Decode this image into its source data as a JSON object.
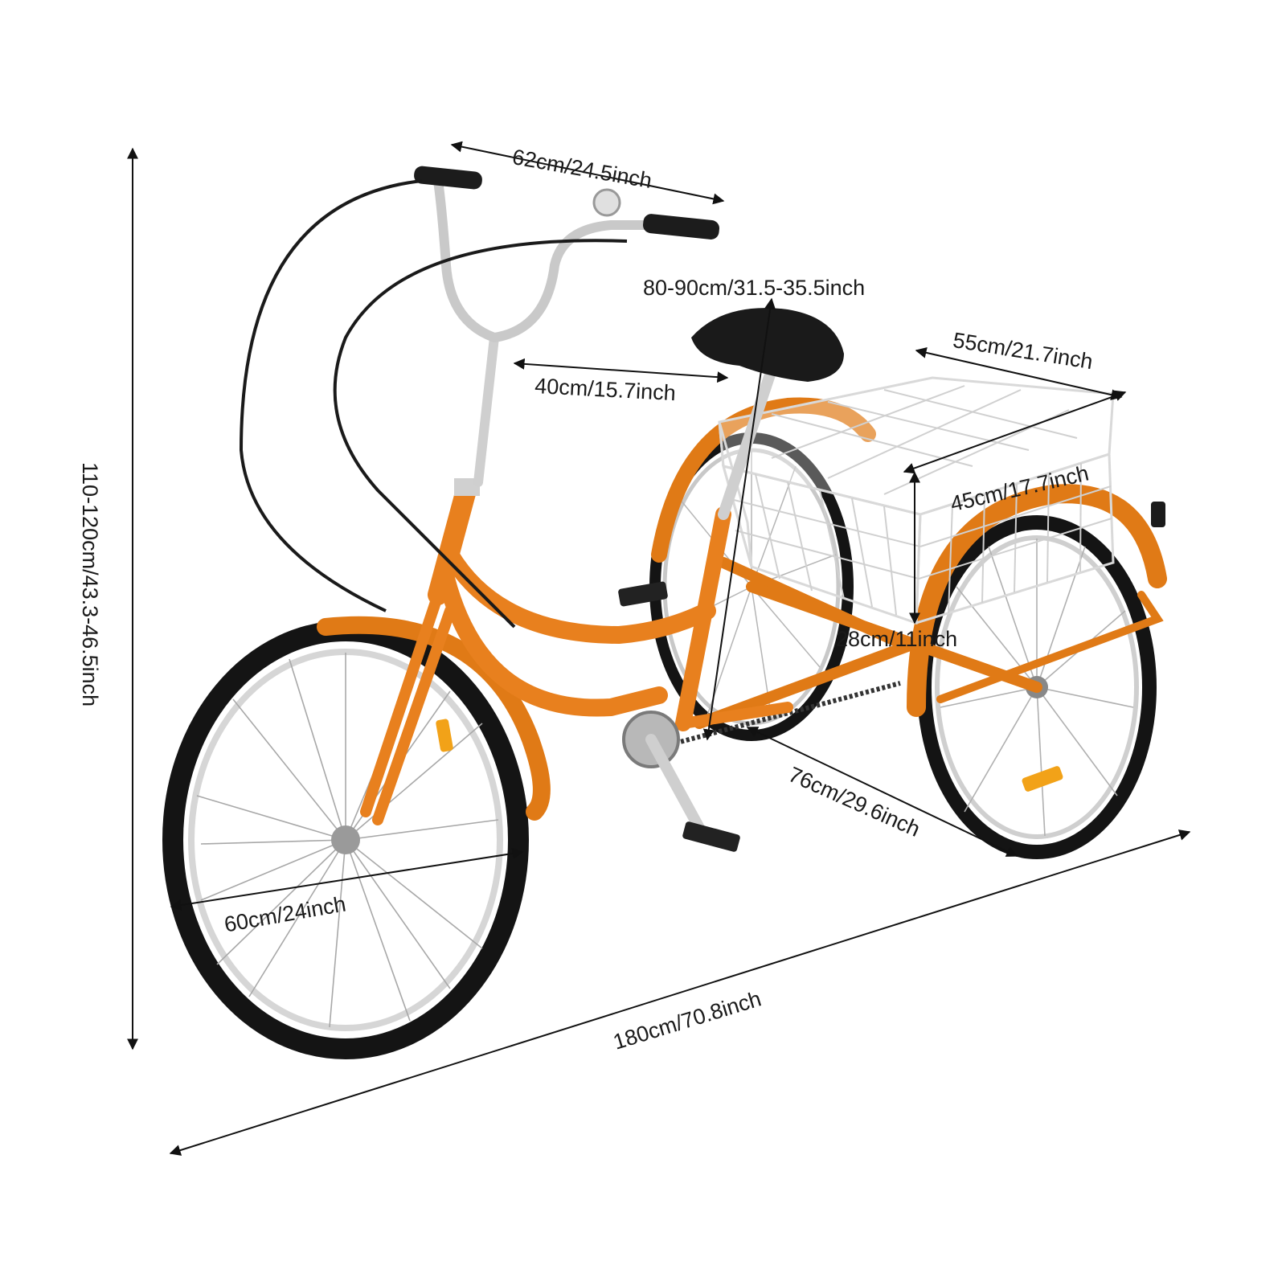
{
  "product": {
    "type": "adult tricycle with rear basket",
    "frame_color": "#e8801e",
    "tire_color": "#141414",
    "basket_color": "#f0f0f0",
    "chrome_color": "#c8c8c8"
  },
  "dimensions": {
    "handlebar_width": "62cm/24.5inch",
    "seat_height": "80-90cm/31.5-35.5inch",
    "seat_to_stem": "40cm/15.7inch",
    "basket_length": "55cm/21.7inch",
    "basket_width": "45cm/17.7inch",
    "basket_height": "28cm/11inch",
    "overall_height": "110-120cm/43.3-46.5inch",
    "rear_wheel_track": "76cm/29.6inch",
    "front_wheel_diameter": "60cm/24inch",
    "overall_length": "180cm/70.8inch"
  }
}
